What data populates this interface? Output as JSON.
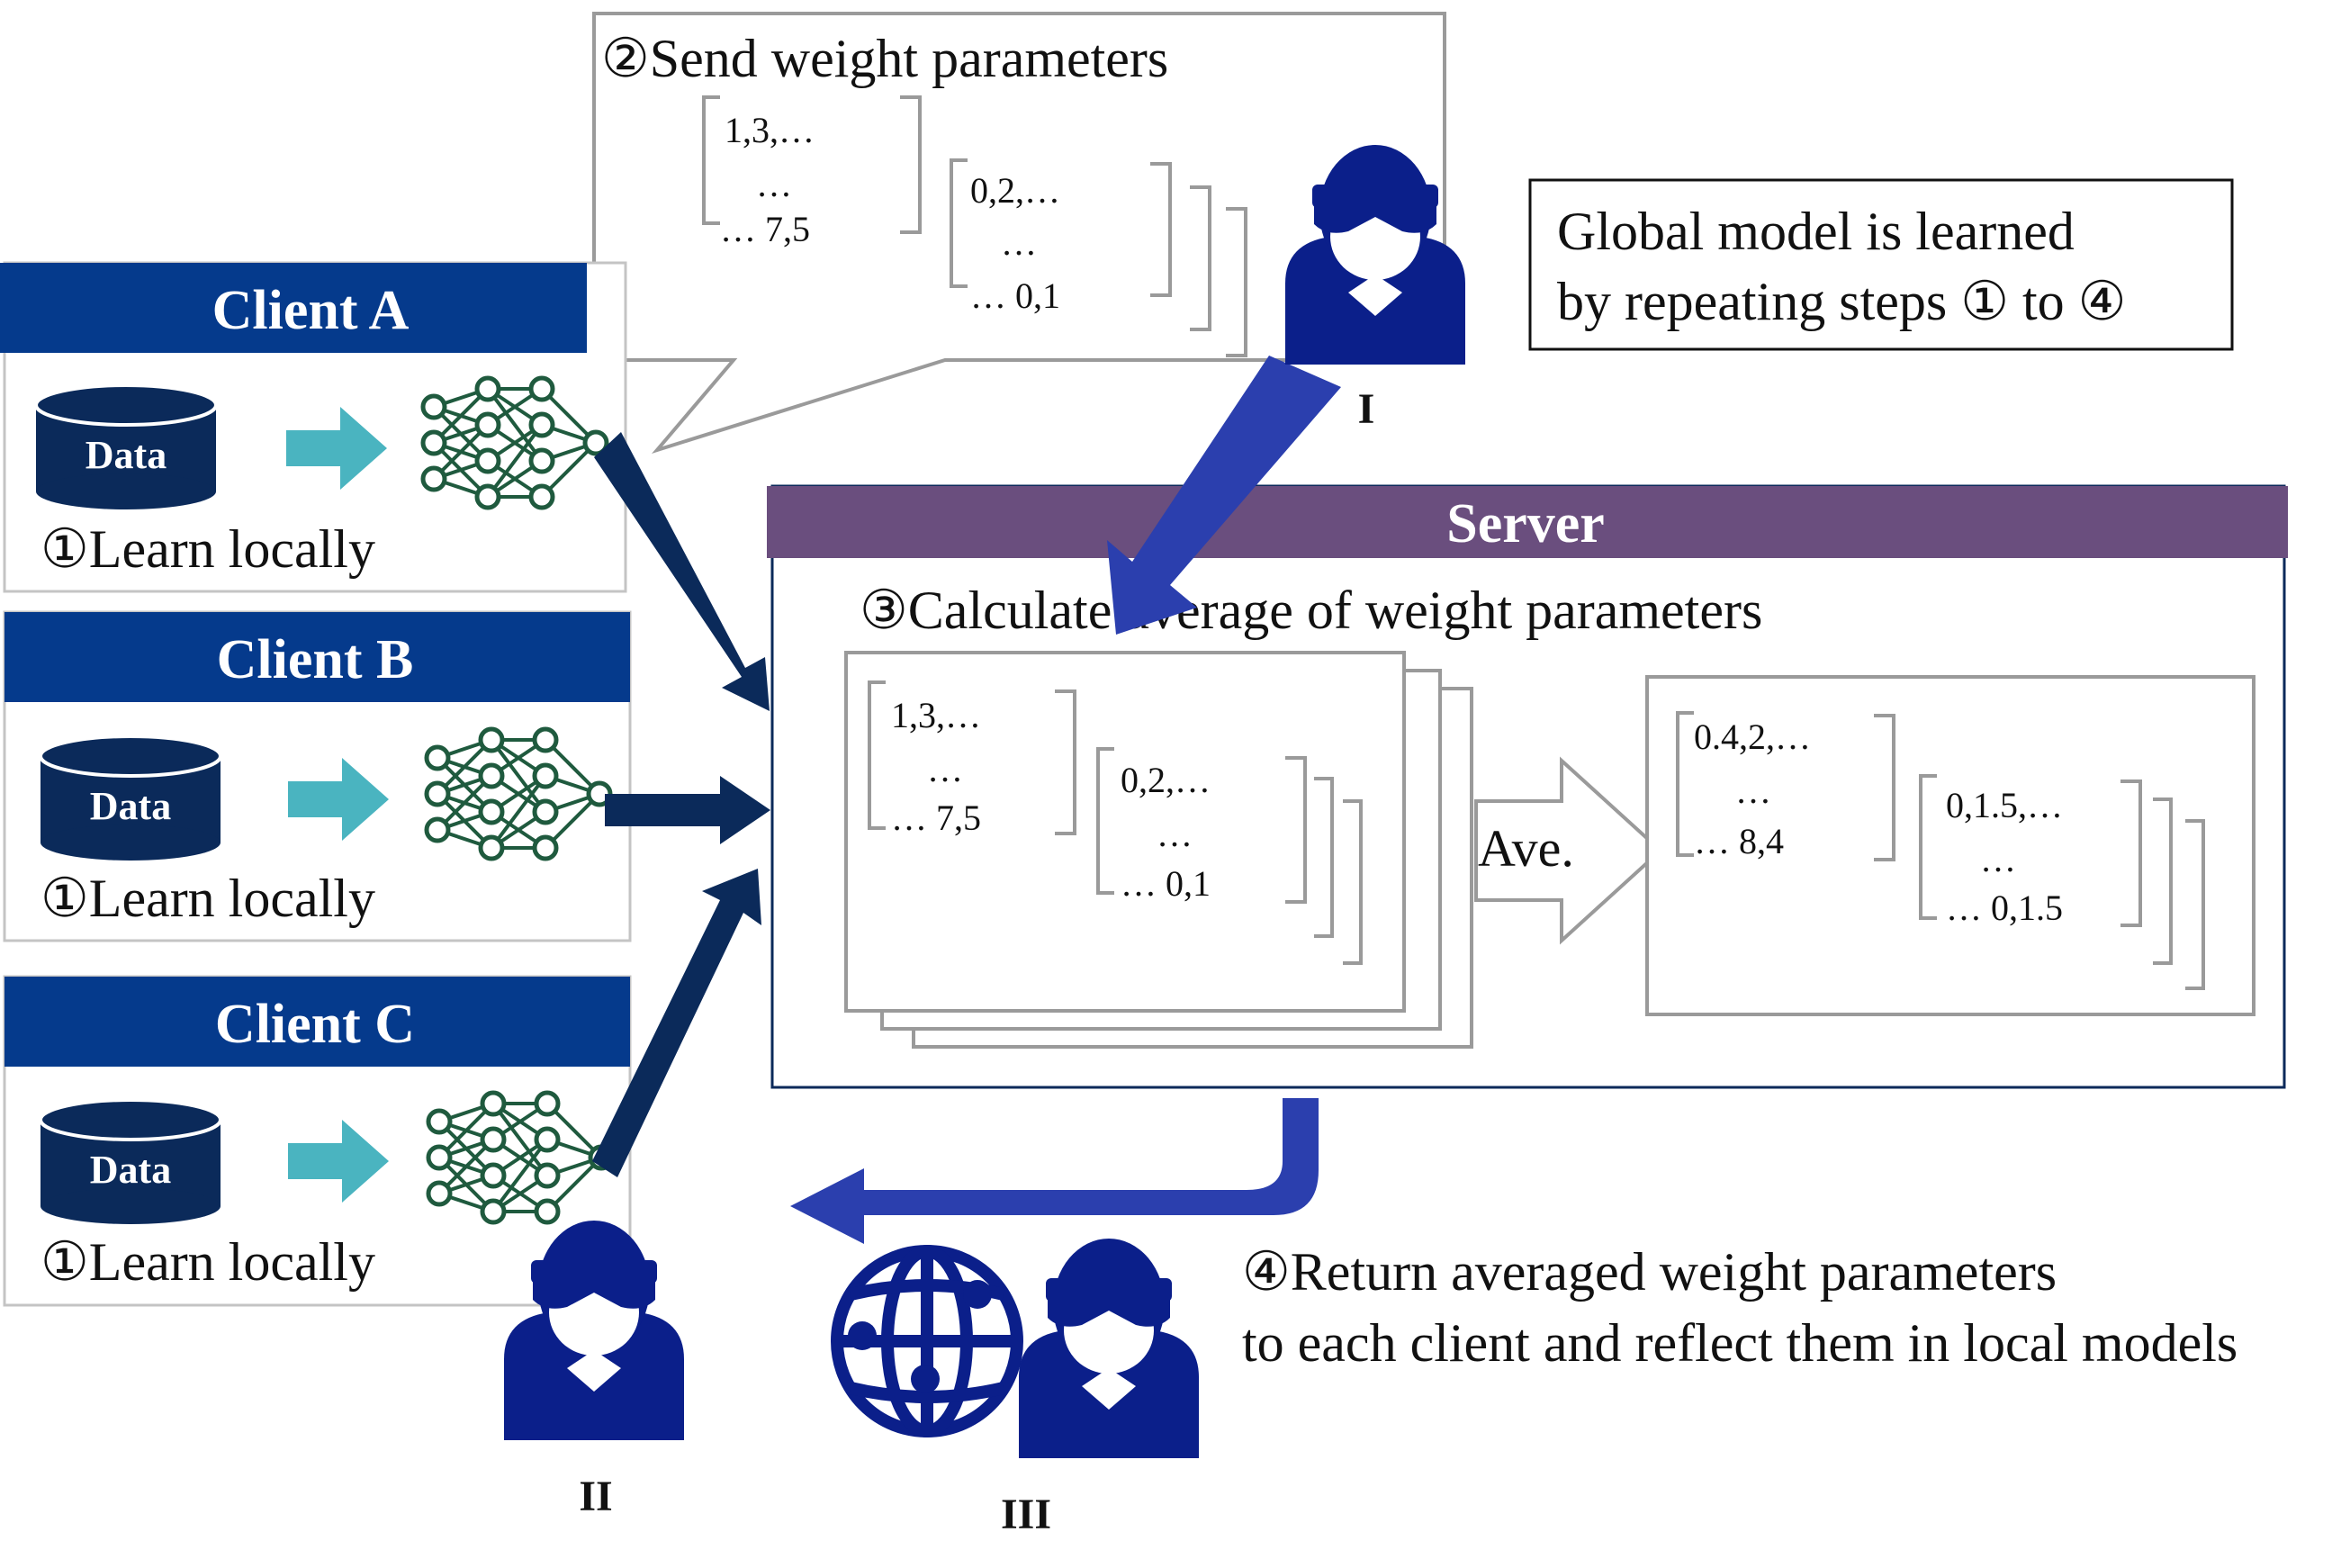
{
  "colors": {
    "client_header": "#053a8c",
    "server_header": "#6a4e7e",
    "arrow_dark": "#0b2a5a",
    "arrow_blue": "#2b3fae",
    "arrow_teal": "#4ab4c0",
    "nn_green": "#1f5a3e",
    "person": "#0b1f8a",
    "db": "#0b2a5a",
    "box_border": "#9a9a9a"
  },
  "send_callout": {
    "title": "②Send weight parameters",
    "matrix1": [
      "1,3,…",
      "…",
      "…  7,5"
    ],
    "matrix2": [
      "0,2,…",
      "…",
      "…  0,1"
    ]
  },
  "note": {
    "line1": "Global model is learned",
    "line2": "by repeating steps ① to ④"
  },
  "clients": [
    {
      "name": "Client A",
      "db_label": "Data",
      "step": "①Learn locally"
    },
    {
      "name": "Client B",
      "db_label": "Data",
      "step": "①Learn locally"
    },
    {
      "name": "Client C",
      "db_label": "Data",
      "step": "①Learn locally"
    }
  ],
  "server": {
    "title": "Server",
    "step": "③Calculate average of weight parameters",
    "stack_matrix1": [
      "1,3,…",
      "…",
      "…  7,5"
    ],
    "stack_matrix2": [
      "0,2,…",
      "…",
      "…  0,1"
    ],
    "ave_label": "Ave.",
    "result_matrix1": [
      "0.4,2,…",
      "…",
      "…  8,4"
    ],
    "result_matrix2": [
      "0,1.5,…",
      "…",
      "…  0,1.5"
    ]
  },
  "return_step": {
    "line1": "④Return averaged weight parameters",
    "line2": "to each client and reflect them in local models"
  },
  "attackers": {
    "one": "I",
    "two": "II",
    "three": "III"
  },
  "icons": [
    "database-icon",
    "neural-network-icon",
    "attacker-person-icon",
    "globe-icon"
  ]
}
